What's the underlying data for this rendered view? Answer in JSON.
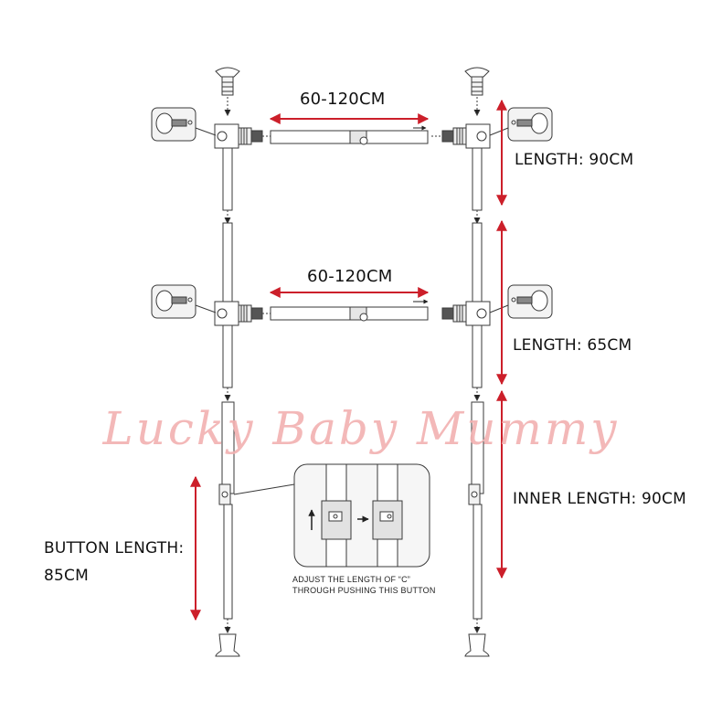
{
  "labels": {
    "top_bar_range": "60-120CM",
    "middle_bar_range": "60-120CM",
    "top_length": "LENGTH: 90CM",
    "middle_length": "LENGTH: 65CM",
    "inner_length": "INNER LENGTH: 90CM",
    "button_length_line1": "BUTTON LENGTH:",
    "button_length_line2": "85CM",
    "adjust_note_line1": "ADJUST THE LENGTH OF “C”",
    "adjust_note_line2": "THROUGH PUSHING THIS BUTTON"
  },
  "watermark": "Lucky Baby Mummy",
  "colors": {
    "dimension_arrow": "#cc1f2a",
    "line_art": "#3a3a3a",
    "watermark": "#f2b1b1"
  }
}
